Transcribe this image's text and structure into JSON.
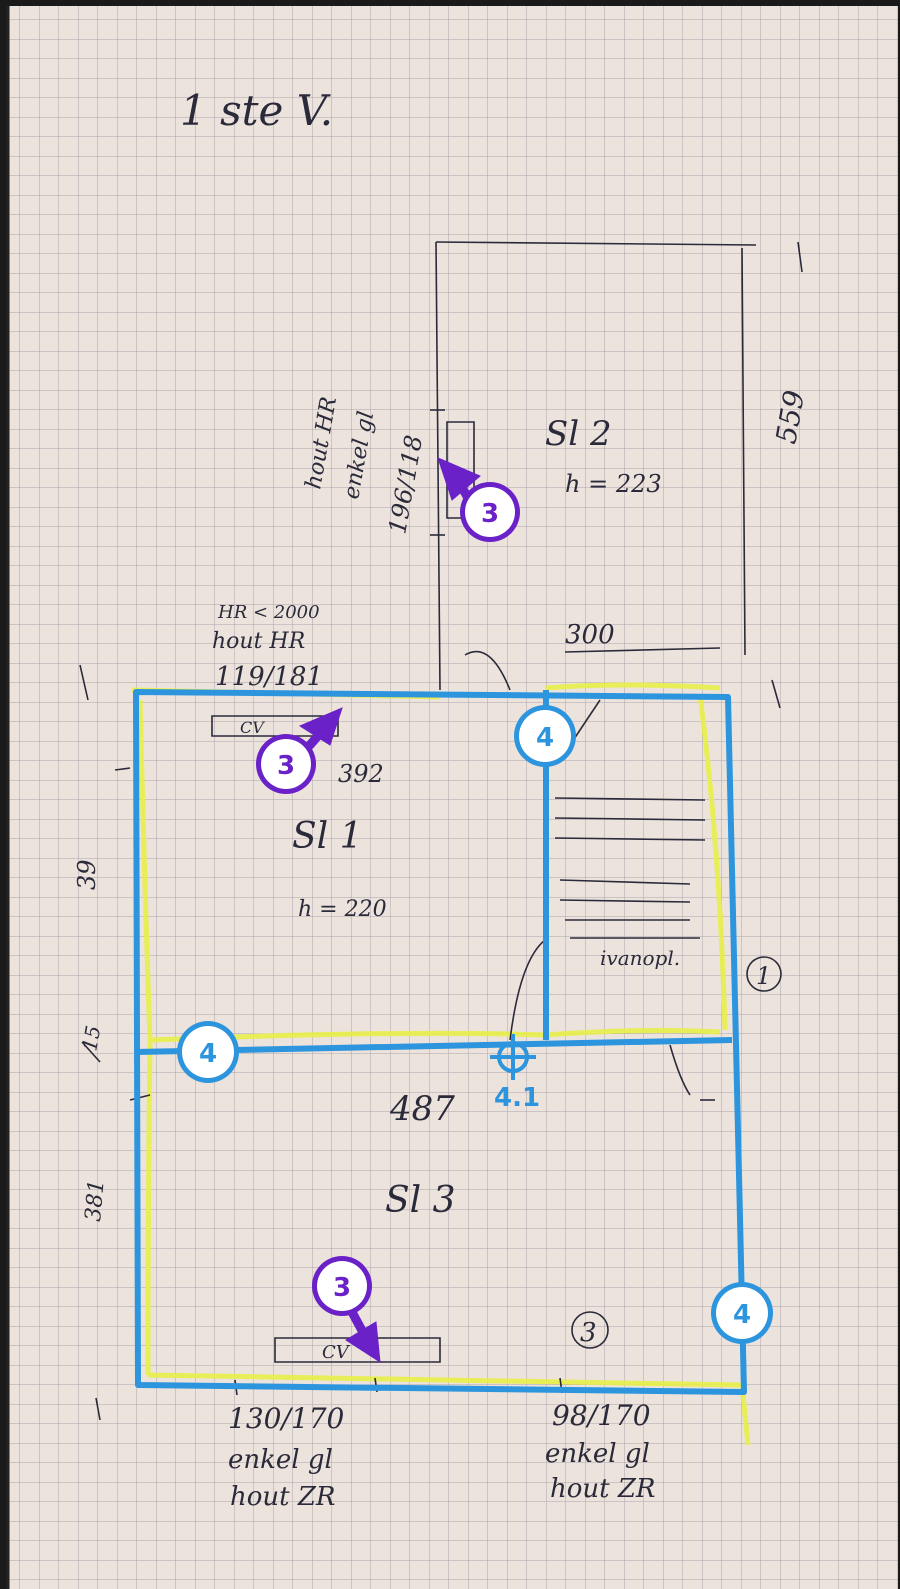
{
  "sheet": {
    "title": "1 ste V.",
    "rooms": {
      "sl2": {
        "name": "Sl 2",
        "height": "h = 223",
        "side_dim": "559",
        "top_dim": "300"
      },
      "sl1": {
        "name": "Sl 1",
        "height": "h = 220",
        "width_dim": "392",
        "side_dim": "39"
      },
      "sl3": {
        "name": "Sl 3",
        "width_dim": "487",
        "side_dim": "381"
      },
      "stair": {
        "label": "ivanopl."
      },
      "wall_dim": "15"
    },
    "windows": {
      "sl2": {
        "lines": [
          "hout HR",
          "enkel gl",
          "196/118"
        ]
      },
      "sl1": {
        "lines": [
          "HR < 2000",
          "hout HR",
          "119/181"
        ],
        "cv_label": "CV"
      },
      "sl3_left": {
        "lines": [
          "130/170",
          "enkel gl",
          "hout ZR"
        ],
        "cv_label": "CV"
      },
      "sl3_right": {
        "lines": [
          "98/170",
          "enkel gl",
          "hout ZR"
        ]
      }
    },
    "circled": {
      "stair": "1",
      "sl3": "3"
    }
  },
  "annotations": {
    "badges_3": [
      "3",
      "3",
      "3"
    ],
    "badges_4": [
      "4",
      "4",
      "4"
    ],
    "target_label": "4.1"
  },
  "colors": {
    "paper": "#ece3dc",
    "grid": "#6e6680",
    "ink": "#2a2a3a",
    "blue": "#2d94de",
    "purple": "#6a22c8",
    "highlight": "#e8f040"
  }
}
